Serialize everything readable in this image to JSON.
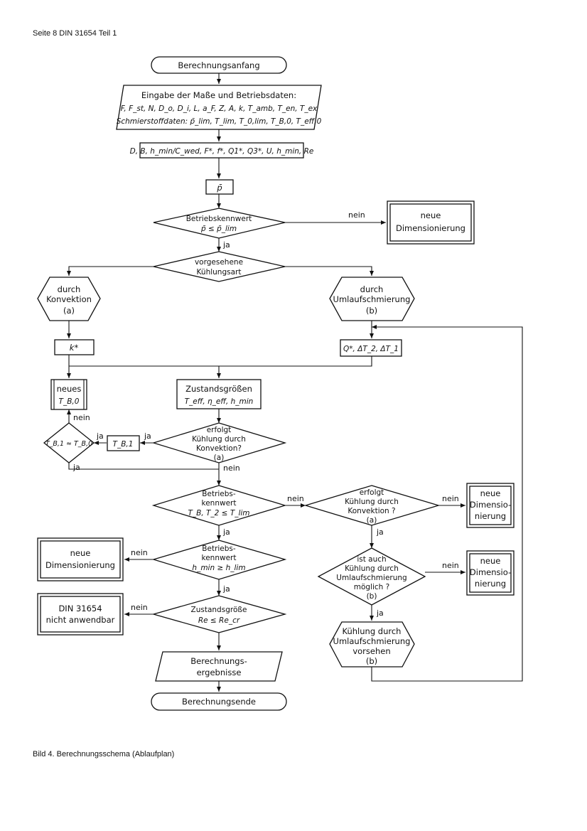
{
  "header": "Seite 8   DIN 31654 Teil 1",
  "caption": "Bild 4.   Berechnungsschema (Ablaufplan)",
  "nodes": {
    "start": "Berechnungsanfang",
    "input": {
      "line1": "Eingabe der Maße und Betriebsdaten:",
      "line2": "F, F_st, N, D_o, D_i, L, a_F, Z, A, k, T_amb, T_en, T_ex",
      "line3": "Schmierstoffdaten: p̄_lim, T_lim, T_0,lim, T_B,0, T_eff,0"
    },
    "calc": "D, B, h_min/C_wed, F*, f*, Q1*, Q3*, U, h_min, Re",
    "pbar": "p̄",
    "d1": {
      "line1": "Betriebskennwert",
      "line2": "p̄ ≤ p̄_lim"
    },
    "neue_dim_1": {
      "line1": "neue",
      "line2": "Dimensionierung"
    },
    "d2": {
      "line1": "vorgesehene",
      "line2": "Kühlungsart"
    },
    "conv": {
      "line1": "durch",
      "line2": "Konvektion",
      "line3": "(a)"
    },
    "circ": {
      "line1": "durch",
      "line2": "Umlaufschmierung",
      "line3": "(b)"
    },
    "kstar": "k*",
    "qstar": "Q*, ΔT_2, ΔT_1",
    "neues_tb": {
      "line1": "neues",
      "line2": "T_B,0"
    },
    "zustand": {
      "line1": "Zustandsgrößen",
      "line2": "T_eff, η_eff, h_min"
    },
    "d3": {
      "line1": "erfolgt",
      "line2": "Kühlung durch",
      "line3": "Konvektion?",
      "line4": "(a)"
    },
    "tb1": "T_B,1",
    "d_tb": "T_B,1 ≈ T_B,0",
    "d4": {
      "line1": "Betriebs-",
      "line2": "kennwert",
      "line3": "T_B, T_2 ≤ T_lim"
    },
    "d5": {
      "line1": "erfolgt",
      "line2": "Kühlung durch",
      "line3": "Konvektion ?",
      "line4": "(a)"
    },
    "neue_dim_2": {
      "line1": "neue",
      "line2": "Dimensio-",
      "line3": "nierung"
    },
    "d6": {
      "line1": "Betriebs-",
      "line2": "kennwert",
      "line3": "h_min ≥ h_lim"
    },
    "neue_dim_3": {
      "line1": "neue",
      "line2": "Dimensionierung"
    },
    "d7": {
      "line1": "ist auch",
      "line2": "Kühlung durch",
      "line3": "Umlaufschmierung",
      "line4": "möglich ?",
      "line5": "(b)"
    },
    "neue_dim_4": {
      "line1": "neue",
      "line2": "Dimensio-",
      "line3": "nierung"
    },
    "d8": {
      "line1": "Zustandsgröße",
      "line2": "Re ≤ Re_cr"
    },
    "din": {
      "line1": "DIN 31654",
      "line2": "nicht anwendbar"
    },
    "circ2": {
      "line1": "Kühlung durch",
      "line2": "Umlaufschmierung",
      "line3": "vorsehen",
      "line4": "(b)"
    },
    "results": {
      "line1": "Berechnungs-",
      "line2": "ergebnisse"
    },
    "end": "Berechnungsende"
  },
  "labels": {
    "yes": "ja",
    "no": "nein"
  }
}
